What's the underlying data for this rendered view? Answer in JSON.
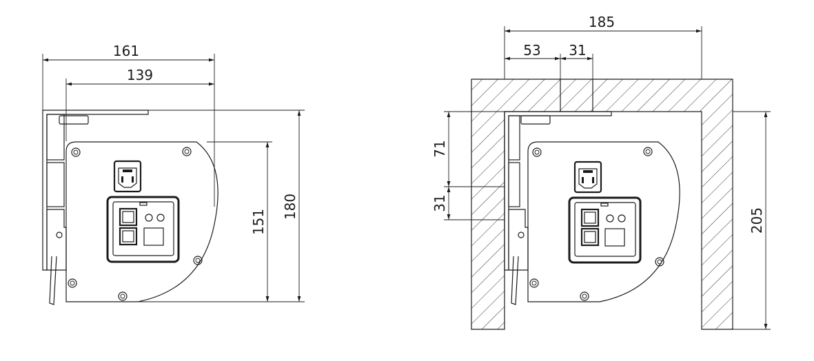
{
  "left_view": {
    "dimensions": {
      "overall_width": "161",
      "inner_width": "139",
      "overall_height": "180",
      "body_height": "151"
    }
  },
  "right_view": {
    "dimensions": {
      "niche_width": "185",
      "offset_left": "53",
      "slot_width": "31",
      "top_offset": "71",
      "slot_height": "31",
      "niche_height": "205"
    }
  }
}
